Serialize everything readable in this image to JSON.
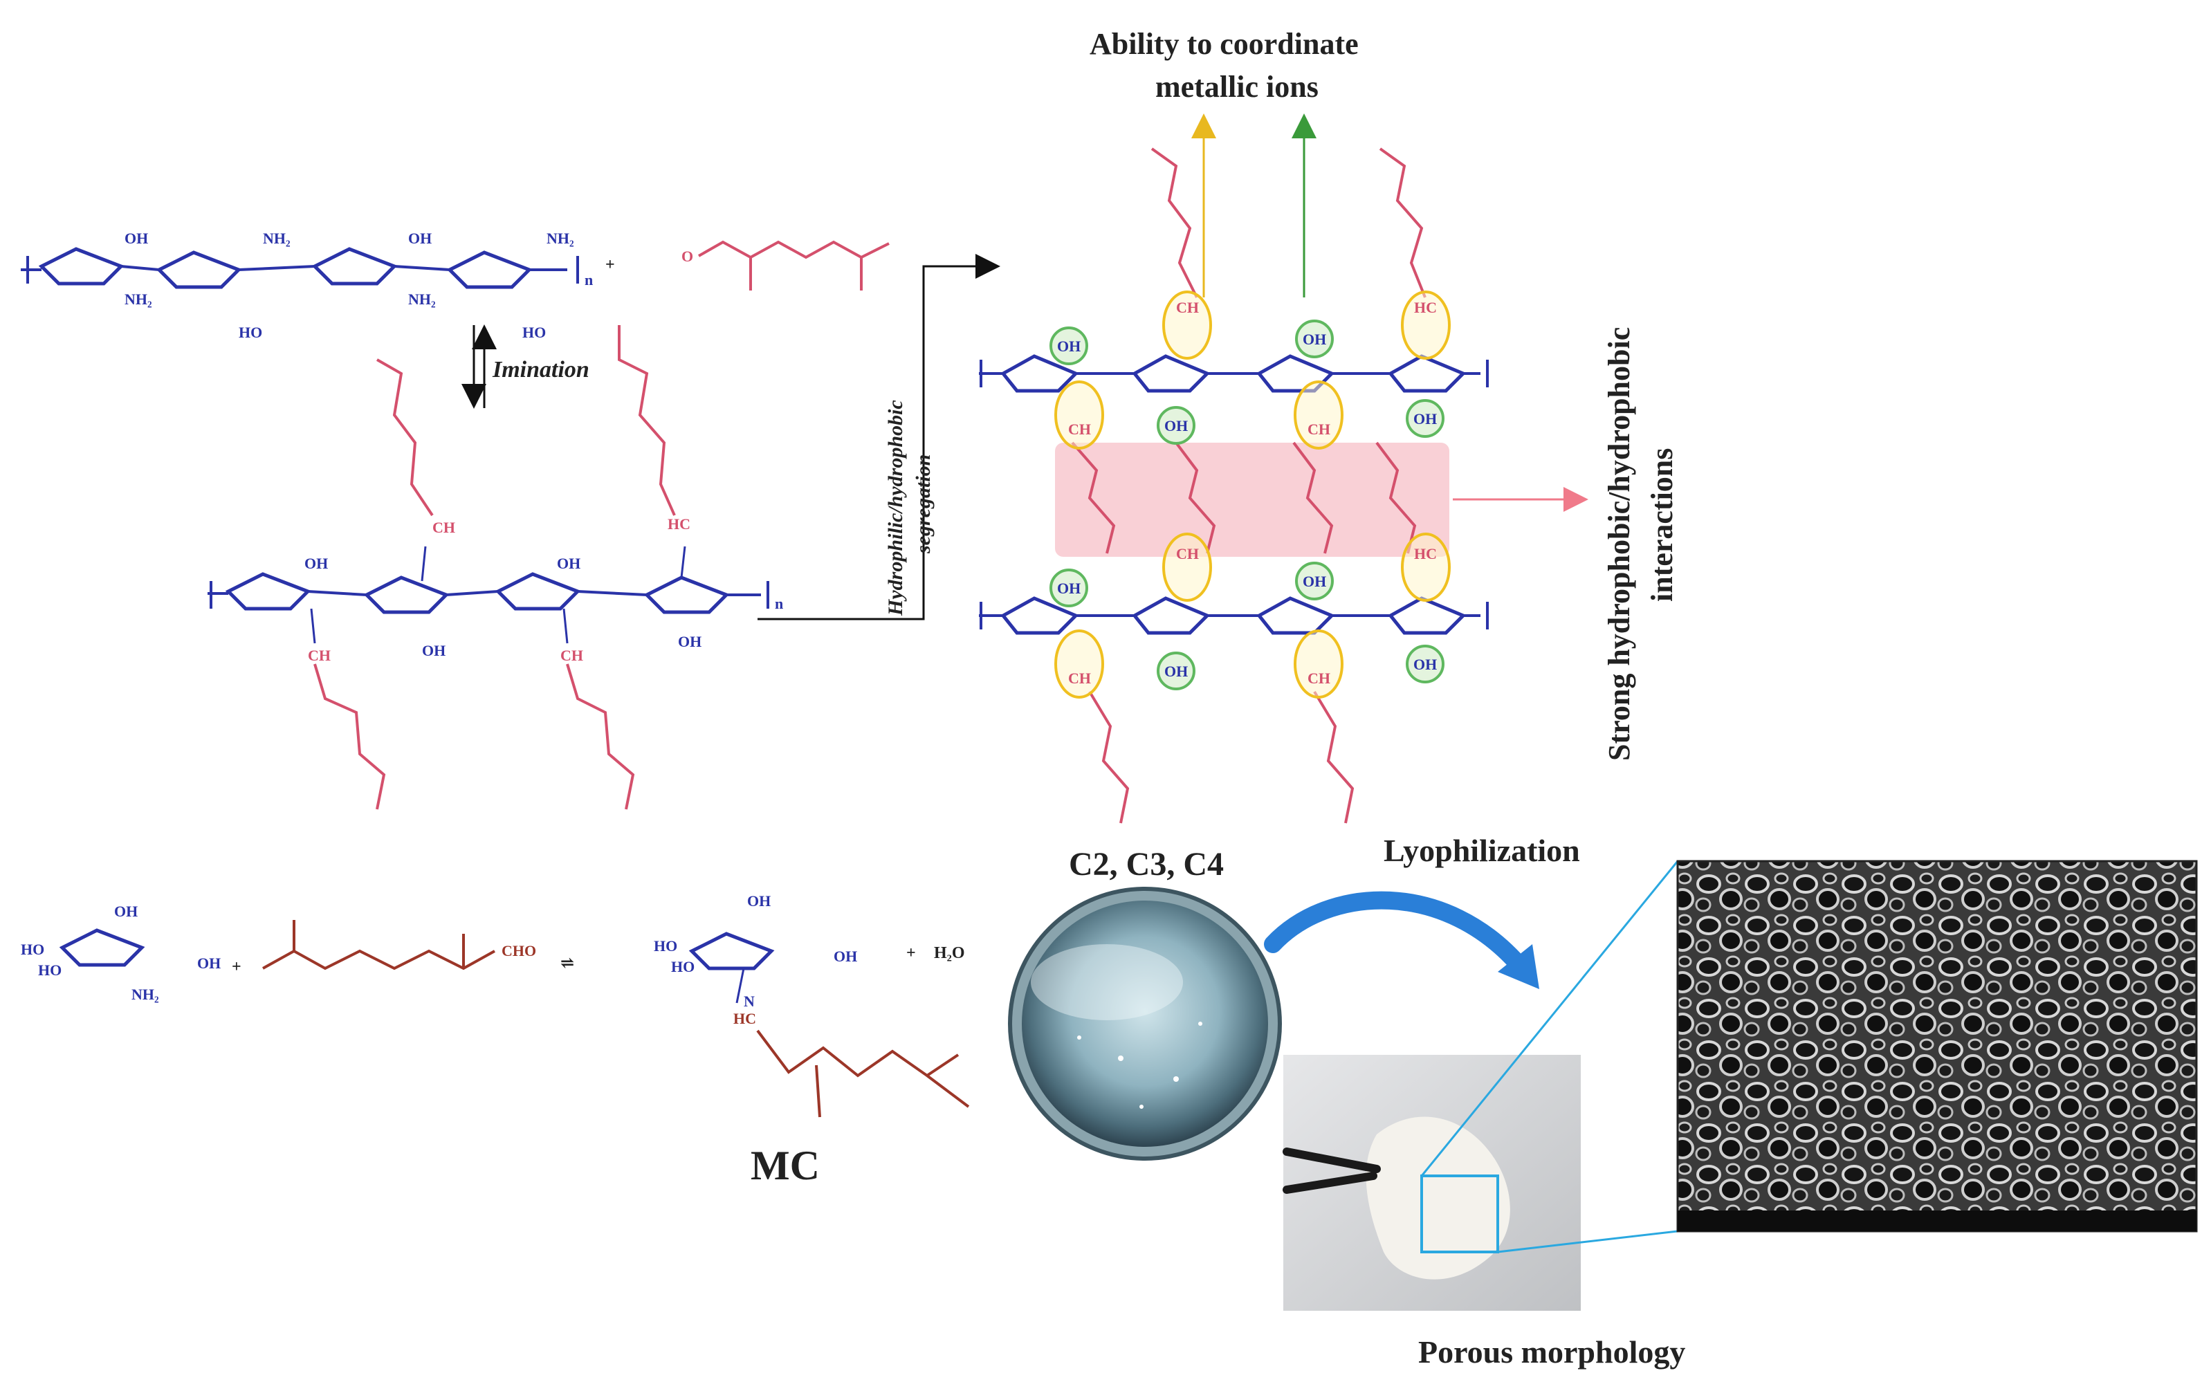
{
  "labels": {
    "coordinate_line1": "Ability to coordinate",
    "coordinate_line2": "metallic ions",
    "imination": "Imination",
    "segregation_line1": "Hydrophilic/hydrophobic",
    "segregation_line2": "segregation",
    "hydrophobic_line1": "Strong hydrophobic/hydrophobic",
    "hydrophobic_line2": "interactions",
    "c_samples": "C2, C3, C4",
    "lyophilization": "Lyophilization",
    "porous": "Porous morphology",
    "mc": "MC"
  },
  "chem": {
    "oh": "OH",
    "ho": "HO",
    "nh2": "NH₂",
    "n": "N",
    "o": "O",
    "ch": "CH",
    "hc": "HC",
    "cho": "CHO",
    "h2o": "H₂O",
    "plus": "+",
    "sub_n": "n",
    "nh": "N\nH",
    "equilibrium": "⇌"
  },
  "colors": {
    "chitosan": "#2a33a8",
    "citral_chain": "#d4506c",
    "mc_chain": "#9c3628",
    "yellow_ring": "#f0c020",
    "green_ring": "#5fb85f",
    "hydrophobic_zone": "#f8c8cf",
    "arrow_yellow": "#e8b820",
    "arrow_green": "#3a9a3a",
    "arrow_pink": "#f07a8a",
    "lyophilization_arrow": "#2a7fd8",
    "zoom_lines": "#2aa8e0"
  }
}
